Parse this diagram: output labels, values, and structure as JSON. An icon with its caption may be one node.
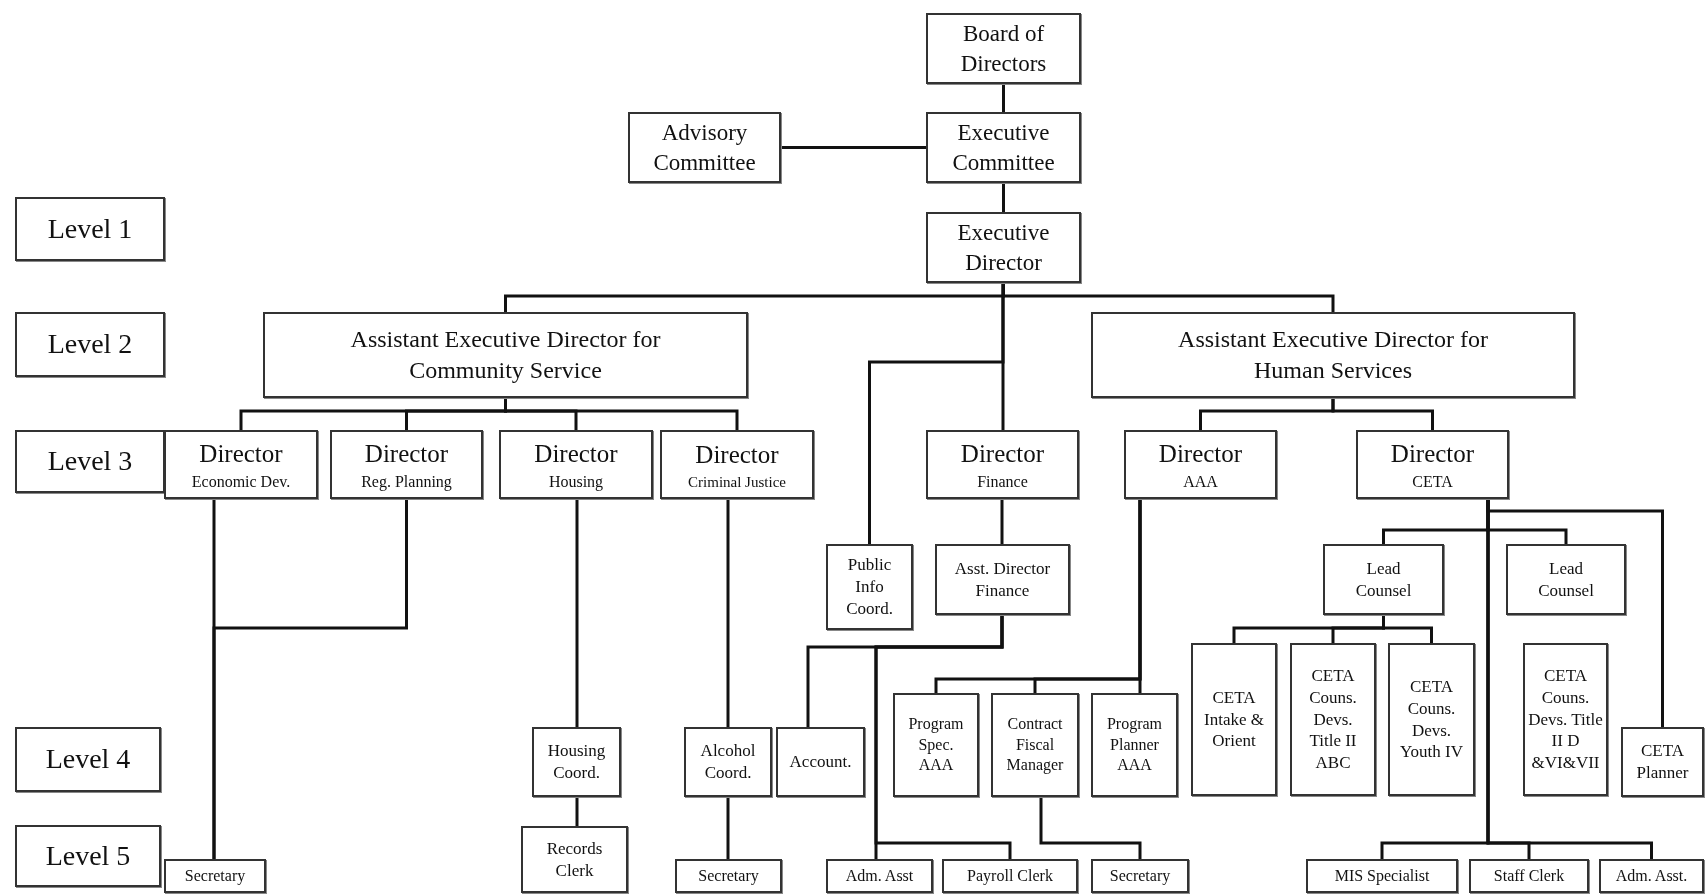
{
  "diagram": {
    "nodes": [
      {
        "text": [
          "Board of Directors"
        ]
      },
      {
        "text": [
          "Advisory Committee"
        ]
      },
      {
        "text": [
          "Executive Committee"
        ]
      },
      {
        "text": [
          "Level 1"
        ]
      },
      {
        "text": [
          "Executive Director"
        ]
      },
      {
        "text": [
          "Level 2"
        ]
      },
      {
        "text": [
          "Assistant Executive Director for Community Service"
        ]
      },
      {
        "text": [
          "Assistant Executive Director for Human Services"
        ]
      },
      {
        "text": [
          "Level 3"
        ]
      },
      {
        "text": [
          "Director",
          "Economic Dev."
        ]
      },
      {
        "text": [
          "Director",
          "Reg. Planning"
        ]
      },
      {
        "text": [
          "Director",
          "Housing"
        ]
      },
      {
        "text": [
          "Director",
          "Criminal Justice"
        ]
      },
      {
        "text": [
          "Director",
          "Finance"
        ]
      },
      {
        "text": [
          "Director",
          "AAA"
        ]
      },
      {
        "text": [
          "Director",
          "CETA"
        ]
      },
      {
        "text": [
          "Public Info Coord."
        ]
      },
      {
        "text": [
          "Asst. Director Finance"
        ]
      },
      {
        "text": [
          "Lead Counsel"
        ]
      },
      {
        "text": [
          "Lead Counsel"
        ]
      },
      {
        "text": [
          "CETA Intake & Orient"
        ]
      },
      {
        "text": [
          "CETA Couns. Devs. Title II ABC"
        ]
      },
      {
        "text": [
          "CETA Couns. Devs. Youth IV"
        ]
      },
      {
        "text": [
          "CETA Couns. Devs. Title II D &VI&VII"
        ]
      },
      {
        "text": [
          "Program Spec. AAA"
        ]
      },
      {
        "text": [
          "Contract Fiscal Manager"
        ]
      },
      {
        "text": [
          "Program Planner AAA"
        ]
      },
      {
        "text": [
          "Level 4"
        ]
      },
      {
        "text": [
          "Housing Coord."
        ]
      },
      {
        "text": [
          "Alcohol Coord."
        ]
      },
      {
        "text": [
          "Account."
        ]
      },
      {
        "text": [
          "CETA Planner"
        ]
      },
      {
        "text": [
          "Level 5"
        ]
      },
      {
        "text": [
          "Secretary"
        ]
      },
      {
        "text": [
          "Records Clerk"
        ]
      },
      {
        "text": [
          "Secretary"
        ]
      },
      {
        "text": [
          "Adm. Asst"
        ]
      },
      {
        "text": [
          "Payroll Clerk"
        ]
      },
      {
        "text": [
          "Secretary"
        ]
      },
      {
        "text": [
          "MIS Specialist"
        ]
      },
      {
        "text": [
          "Staff Clerk"
        ]
      },
      {
        "text": [
          "Adm. Asst."
        ]
      }
    ],
    "edges": [
      {
        "from": 0,
        "to": 2,
        "arrow": "none"
      },
      {
        "from": 2,
        "to": 1,
        "arrow": "none"
      },
      {
        "from": 2,
        "to": 4,
        "arrow": "none"
      },
      {
        "from": 4,
        "to": 6,
        "arrow": "none"
      },
      {
        "from": 4,
        "to": 7,
        "arrow": "none"
      },
      {
        "from": 4,
        "to": 16,
        "arrow": "none"
      },
      {
        "from": 4,
        "to": 13,
        "arrow": "none"
      },
      {
        "from": 6,
        "to": 9,
        "arrow": "none"
      },
      {
        "from": 6,
        "to": 10,
        "arrow": "none"
      },
      {
        "from": 6,
        "to": 11,
        "arrow": "none"
      },
      {
        "from": 6,
        "to": 12,
        "arrow": "none"
      },
      {
        "from": 7,
        "to": 14,
        "arrow": "none"
      },
      {
        "from": 7,
        "to": 15,
        "arrow": "none"
      },
      {
        "from": 9,
        "to": 33,
        "arrow": "none"
      },
      {
        "from": 10,
        "to": 33,
        "arrow": "none"
      },
      {
        "from": 11,
        "to": 28,
        "arrow": "none"
      },
      {
        "from": 28,
        "to": 34,
        "arrow": "none"
      },
      {
        "from": 12,
        "to": 29,
        "arrow": "none"
      },
      {
        "from": 29,
        "to": 35,
        "arrow": "none"
      },
      {
        "from": 13,
        "to": 17,
        "arrow": "none"
      },
      {
        "from": 17,
        "to": 30,
        "arrow": "none"
      },
      {
        "from": 17,
        "to": 36,
        "arrow": "none"
      },
      {
        "from": 17,
        "to": 37,
        "arrow": "none"
      },
      {
        "from": 14,
        "to": 24,
        "arrow": "none"
      },
      {
        "from": 14,
        "to": 25,
        "arrow": "none"
      },
      {
        "from": 14,
        "to": 26,
        "arrow": "none"
      },
      {
        "from": 25,
        "to": 38,
        "arrow": "none"
      },
      {
        "from": 15,
        "to": 18,
        "arrow": "none"
      },
      {
        "from": 15,
        "to": 19,
        "arrow": "none"
      },
      {
        "from": 15,
        "to": 31,
        "arrow": "none"
      },
      {
        "from": 15,
        "to": 39,
        "arrow": "none"
      },
      {
        "from": 15,
        "to": 40,
        "arrow": "none"
      },
      {
        "from": 15,
        "to": 41,
        "arrow": "none"
      },
      {
        "from": 18,
        "to": 20,
        "arrow": "none"
      },
      {
        "from": 18,
        "to": 21,
        "arrow": "none"
      },
      {
        "from": 18,
        "to": 22,
        "arrow": "none"
      }
    ]
  }
}
